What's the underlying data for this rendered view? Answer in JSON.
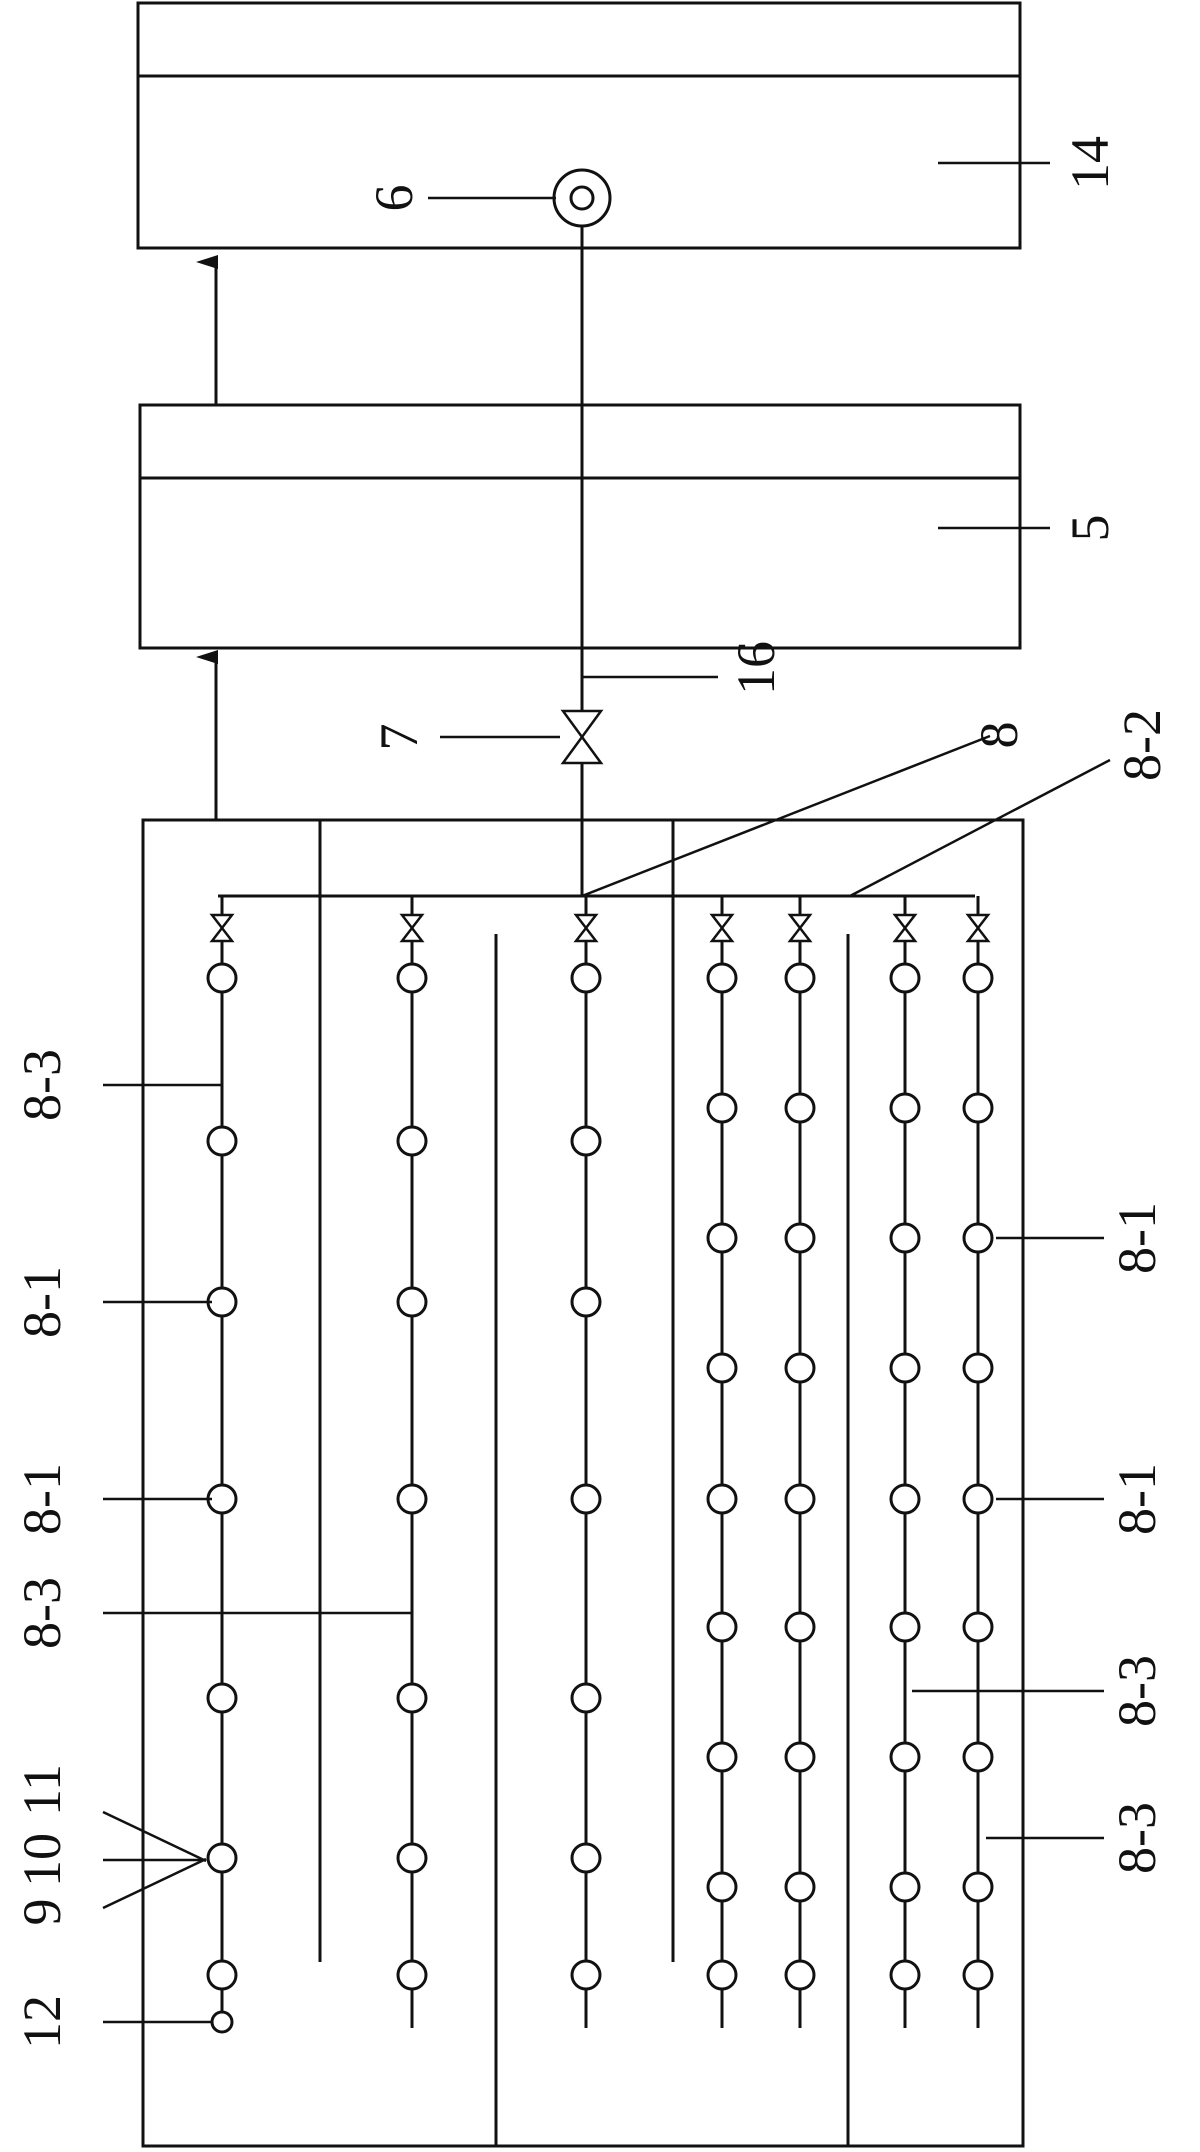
{
  "labels": {
    "l14": "14",
    "l6": "6",
    "l5": "5",
    "l16": "16",
    "l7": "7",
    "l8": "8",
    "l8_2": "8-2",
    "l8_3_top": "8-3",
    "l8_1_a": "8-1",
    "l8_1_b": "8-1",
    "l8_3_mid": "8-3",
    "l9": "9",
    "l10": "10",
    "l11": "11",
    "l12": "12",
    "r8_1_a": "8-1",
    "r8_1_b": "8-1",
    "r8_3_a": "8-3",
    "r8_3_b": "8-3"
  },
  "icons": {
    "valve_symbol": "gate-valve-icon",
    "pump_symbol": "pump-icon",
    "aeration_hole": "aeration-hole-icon",
    "flow_arrow": "arrow-up-icon"
  }
}
